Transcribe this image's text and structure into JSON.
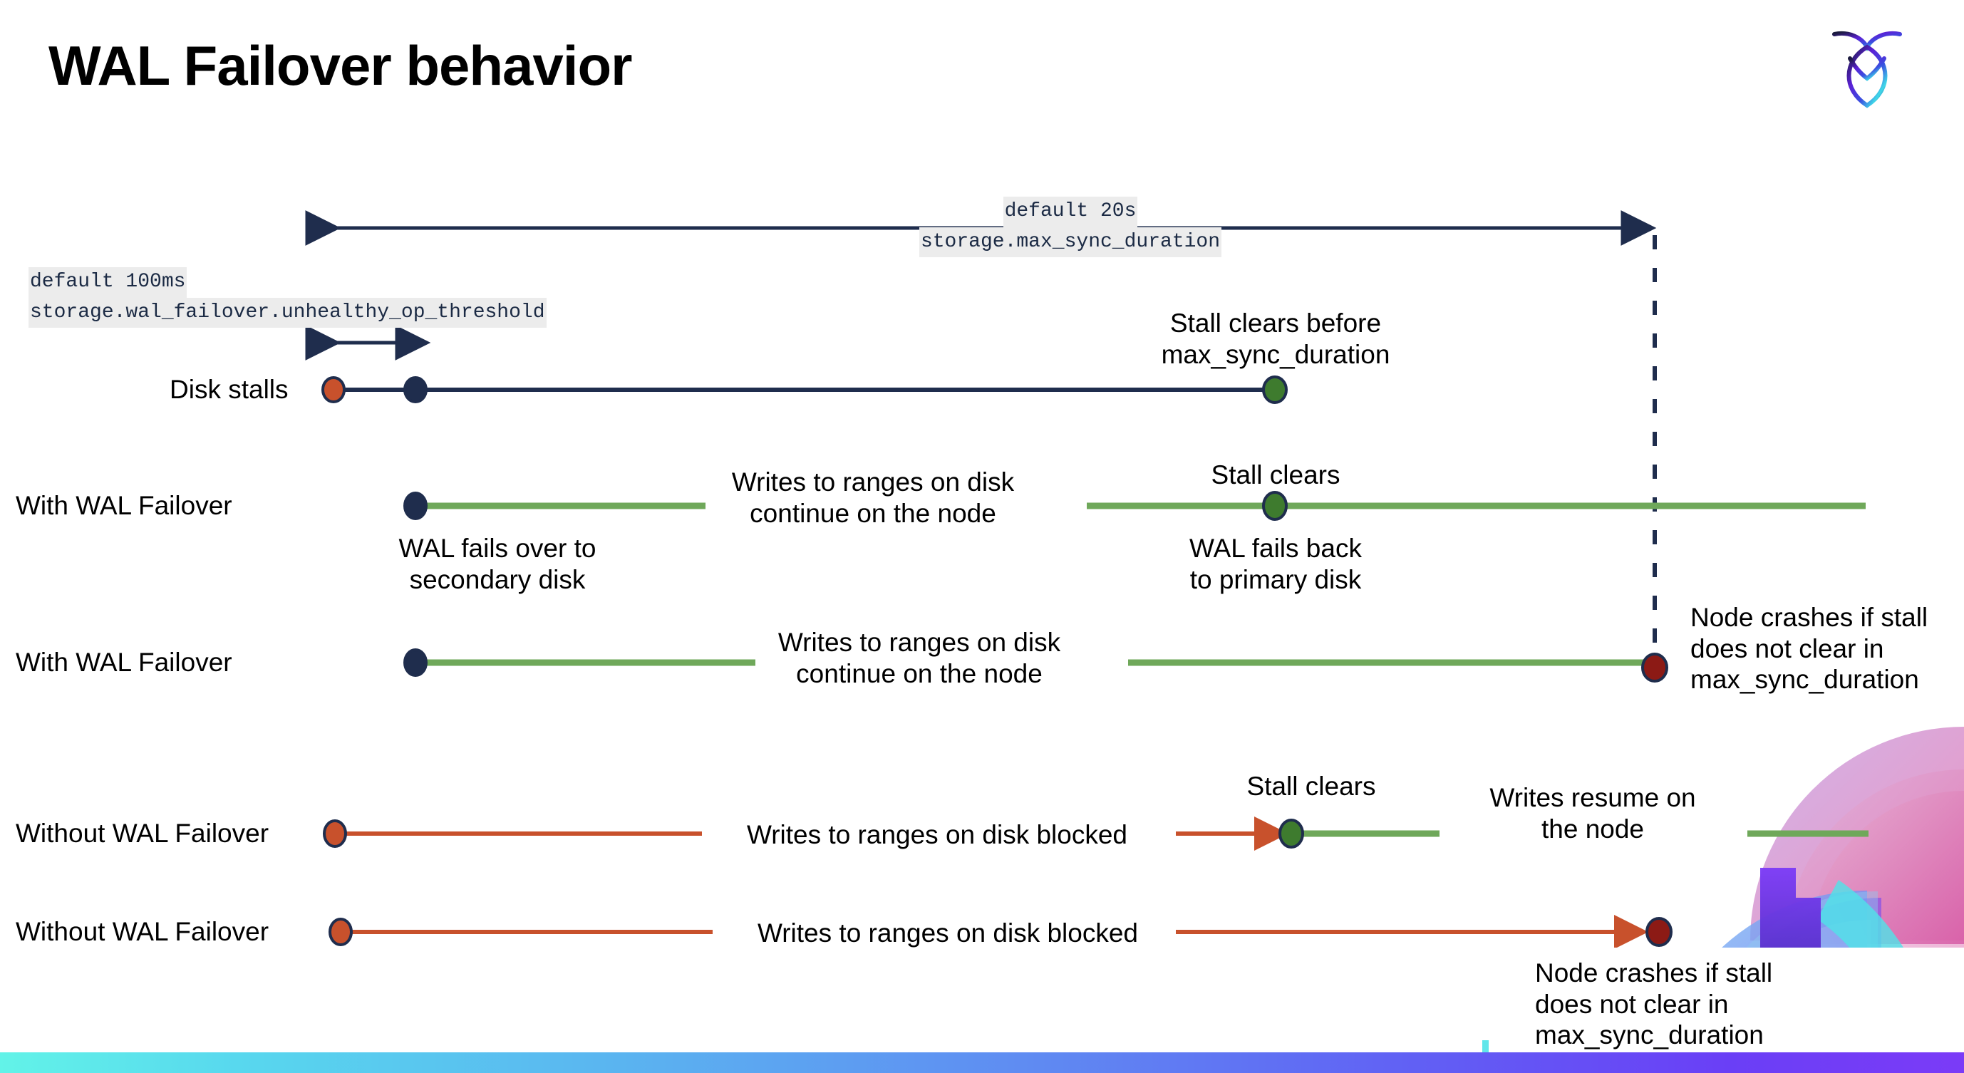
{
  "slide": {
    "title": "WAL Failover behavior",
    "logo_name": "cockroachdb-logo",
    "background_decoration": "fan-arcs-graphic",
    "bottom_bar": "gradient-strip"
  },
  "colors": {
    "navy": "#1f2d4d",
    "green_line": "#6fa85a",
    "green_dot": "#3e7b2e",
    "orange": "#c8512c",
    "dark_red": "#8c1a15",
    "code_bg": "#ececec",
    "code_text": "#1b2a44",
    "gradient_start": "#62f3e8",
    "gradient_end": "#7b3bf7"
  },
  "settings": {
    "max_sync": {
      "default_line": "default 20s",
      "name_line": "storage.max_sync_duration"
    },
    "unhealthy_threshold": {
      "default_line": "default 100ms",
      "name_line": "storage.wal_failover.unhealthy_op_threshold"
    }
  },
  "rows": [
    {
      "id": "disk-stalls",
      "label": "Disk stalls",
      "notes": [
        {
          "id": "stall-clears-before",
          "text": "Stall clears before\nmax_sync_duration"
        }
      ]
    },
    {
      "id": "with-wal-failover-1",
      "label": "With WAL Failover",
      "notes": [
        {
          "id": "writes-continue-1",
          "text": "Writes to ranges on disk\ncontinue on the node"
        },
        {
          "id": "stall-clears-1",
          "text": "Stall clears"
        },
        {
          "id": "wal-fails-back",
          "text": "WAL fails  back\nto primary disk"
        },
        {
          "id": "wal-fails-over",
          "text": "WAL fails over to\nsecondary disk"
        }
      ]
    },
    {
      "id": "with-wal-failover-2",
      "label": "With WAL Failover",
      "notes": [
        {
          "id": "writes-continue-2",
          "text": "Writes to ranges on disk\ncontinue on the node"
        },
        {
          "id": "node-crashes-1",
          "text": "Node crashes if stall\ndoes not clear in\nmax_sync_duration"
        }
      ]
    },
    {
      "id": "without-wal-failover-1",
      "label": "Without WAL Failover",
      "notes": [
        {
          "id": "writes-blocked-1",
          "text": "Writes to ranges on disk  blocked"
        },
        {
          "id": "stall-clears-2",
          "text": "Stall clears"
        },
        {
          "id": "writes-resume",
          "text": "Writes resume on\nthe node"
        }
      ]
    },
    {
      "id": "without-wal-failover-2",
      "label": "Without WAL Failover",
      "notes": [
        {
          "id": "writes-blocked-2",
          "text": "Writes to ranges on disk  blocked"
        },
        {
          "id": "node-crashes-2",
          "text": "Node crashes if stall\ndoes not clear in\nmax_sync_duration"
        }
      ]
    }
  ]
}
